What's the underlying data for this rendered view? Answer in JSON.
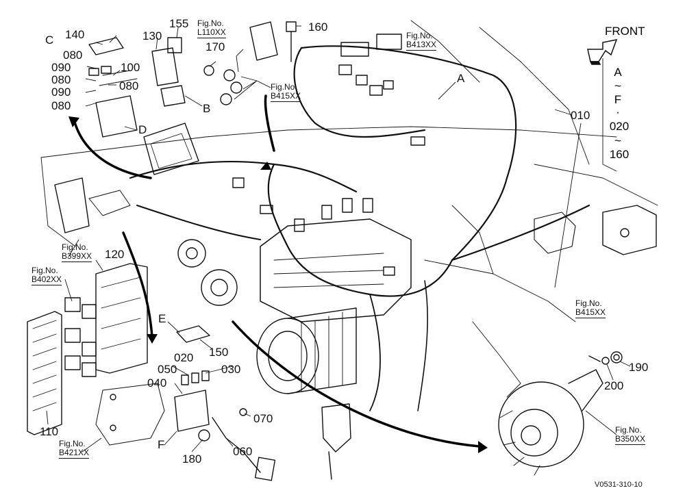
{
  "front_label": "FRONT",
  "range": {
    "a": "A",
    "tilde1": "~",
    "f": "F",
    "dot": "·",
    "n020": "020",
    "tilde2": "~",
    "n160": "160"
  },
  "part_numbers": {
    "p010": "010",
    "p020": "020",
    "p030": "030",
    "p040": "040",
    "p050": "050",
    "p060": "060",
    "p070": "070",
    "p080a": "080",
    "p080b": "080",
    "p080c": "080",
    "p080d": "080",
    "p090a": "090",
    "p090b": "090",
    "p100": "100",
    "p110": "110",
    "p120": "120",
    "p130": "130",
    "p140": "140",
    "p150": "150",
    "p155": "155",
    "p160": "160",
    "p170": "170",
    "p180": "180",
    "p190": "190",
    "p200": "200"
  },
  "letters": {
    "A": "A",
    "B": "B",
    "C": "C",
    "D": "D",
    "E": "E",
    "F": "F"
  },
  "fig_refs": {
    "title": "Fig.No.",
    "L110XX": "L110XX",
    "B413XX": "B413XX",
    "B415XX_top": "B415XX",
    "B415XX_right": "B415XX",
    "B399XX": "B399XX",
    "B402XX": "B402XX",
    "B421XX": "B421XX",
    "B350XX": "B350XX"
  },
  "drawing_code": "V0531-310-10"
}
